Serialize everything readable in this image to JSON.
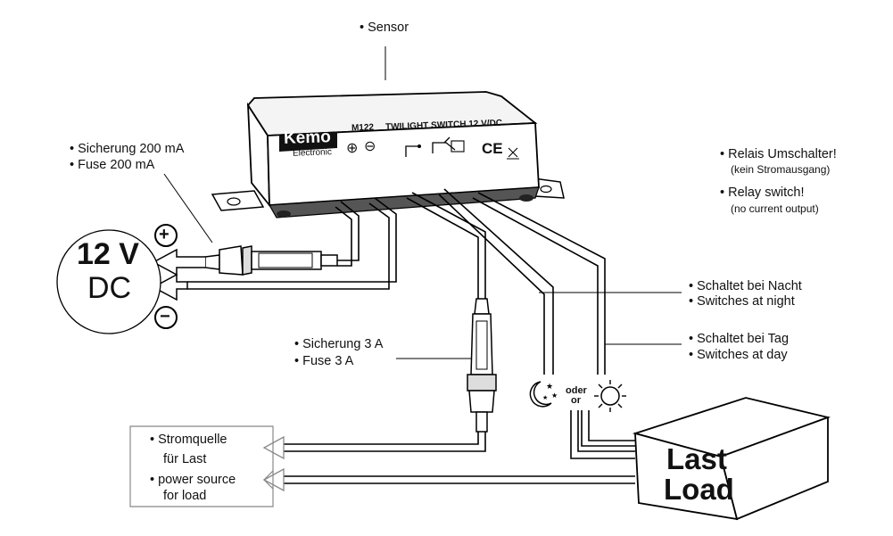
{
  "device": {
    "brand": "Kemo",
    "brand_sub": "Electronic",
    "model": "M122",
    "title": "TWILIGHT SWITCH 12 V/DC",
    "ce_mark": "CE",
    "plus_symbol": "⊕",
    "minus_symbol": "⊖"
  },
  "labels": {
    "sensor": "Sensor",
    "fuse_small_de": "Sicherung 200 mA",
    "fuse_small_en": "Fuse 200 mA",
    "fuse_large_de": "Sicherung 3 A",
    "fuse_large_en": "Fuse 3 A",
    "relay_de": "Relais Umschalter!",
    "relay_de_note": "(kein Stromausgang)",
    "relay_en": "Relay switch!",
    "relay_en_note": "(no current output)",
    "night_de": "Schaltet bei Nacht",
    "night_en": "Switches at night",
    "day_de": "Schaltet bei Tag",
    "day_en": "Switches at day",
    "oder": "oder",
    "or": "or",
    "bullet": "•"
  },
  "power": {
    "voltage": "12 V",
    "type": "DC",
    "plus": "+",
    "minus": "−"
  },
  "source_box": {
    "line1": "Stromquelle",
    "line2": "für Last",
    "line3": "power source",
    "line4": "for load"
  },
  "load_box": {
    "line1": "Last",
    "line2": "Load"
  }
}
